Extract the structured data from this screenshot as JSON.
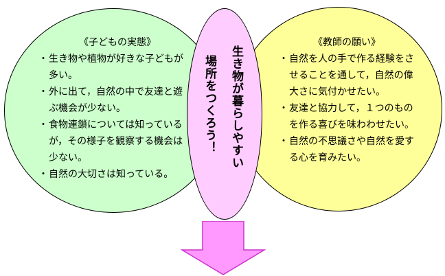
{
  "left": {
    "heading": "《子どもの実態》",
    "items": [
      "生き物や植物が好きな子どもが多い。",
      "外に出て，自然の中で友達と遊ぶ機会が少ない。",
      "食物連鎖については知っているが，その様子を観察する機会は少ない。",
      "自然の大切さは知っている。"
    ]
  },
  "right": {
    "heading": "《教師の願い》",
    "items": [
      "自然を人の手で作る経験をさせることを通して，自然の偉大さに気付かせたい。",
      "友達と協力して，１つのものを作る喜びを味わわせたい。",
      "自然の不思議さや自然を愛する心を育みたい。"
    ]
  },
  "center": {
    "line1": "生き物が暮らしやすい",
    "line2": "場所をつくろう！"
  },
  "colors": {
    "left_fill": "#ccffcc",
    "right_fill": "#ffff99",
    "center_fill": "#ffccff",
    "arrow_fill": "#ff99ff"
  }
}
